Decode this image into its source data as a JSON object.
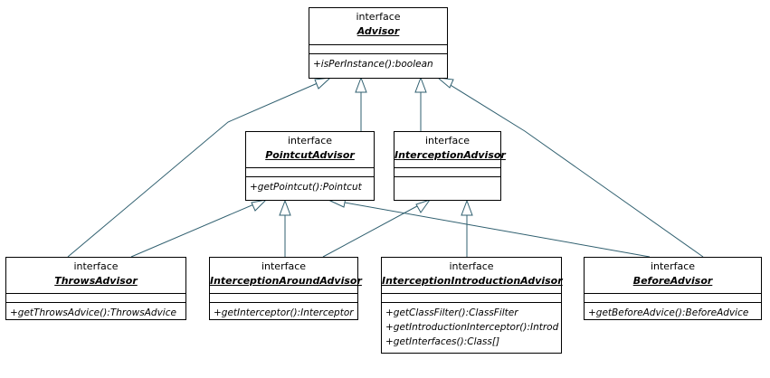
{
  "stereotype": "interface",
  "classes": {
    "advisor": {
      "name": "Advisor",
      "ops": [
        "+isPerInstance():boolean"
      ]
    },
    "pointcut_advisor": {
      "name": "PointcutAdvisor",
      "ops": [
        "+getPointcut():Pointcut"
      ]
    },
    "interception_advisor": {
      "name": "InterceptionAdvisor",
      "ops": []
    },
    "throws_advisor": {
      "name": "ThrowsAdvisor",
      "ops": [
        "+getThrowsAdvice():ThrowsAdvice"
      ]
    },
    "interception_around_advisor": {
      "name": "InterceptionAroundAdvisor",
      "ops": [
        "+getInterceptor():Interceptor"
      ]
    },
    "interception_introduction_advisor": {
      "name": "InterceptionIntroductionAdvisor",
      "ops": [
        "+getClassFilter():ClassFilter",
        "+getIntroductionInterceptor():Introd",
        "+getInterfaces():Class[]"
      ]
    },
    "before_advisor": {
      "name": "BeforeAdvisor",
      "ops": [
        "+getBeforeAdvice():BeforeAdvice"
      ]
    }
  },
  "colors": {
    "edge": "#2f5f6f",
    "border": "#000000",
    "background": "#ffffff"
  }
}
